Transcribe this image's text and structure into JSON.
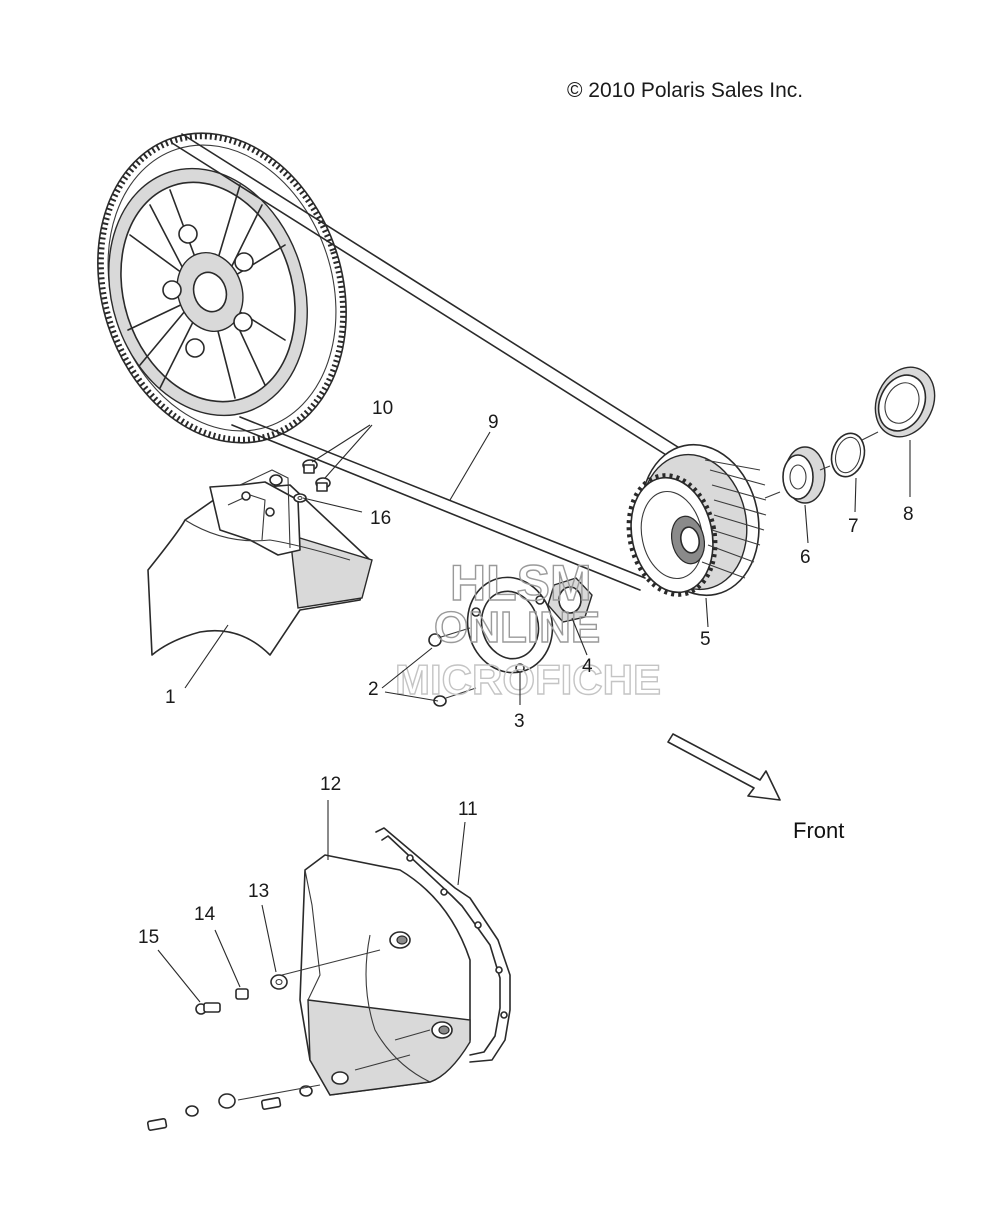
{
  "copyright": "© 2010 Polaris Sales Inc.",
  "direction_label": "Front",
  "watermark": {
    "line1": "HLSM",
    "line2": "ONLINE",
    "line3": "MICROFICHE"
  },
  "callouts": {
    "c1": "1",
    "c2": "2",
    "c3": "3",
    "c4": "4",
    "c5": "5",
    "c6": "6",
    "c7": "7",
    "c8": "8",
    "c9": "9",
    "c10": "10",
    "c11": "11",
    "c12": "12",
    "c13": "13",
    "c14": "14",
    "c15": "15",
    "c16": "16"
  }
}
